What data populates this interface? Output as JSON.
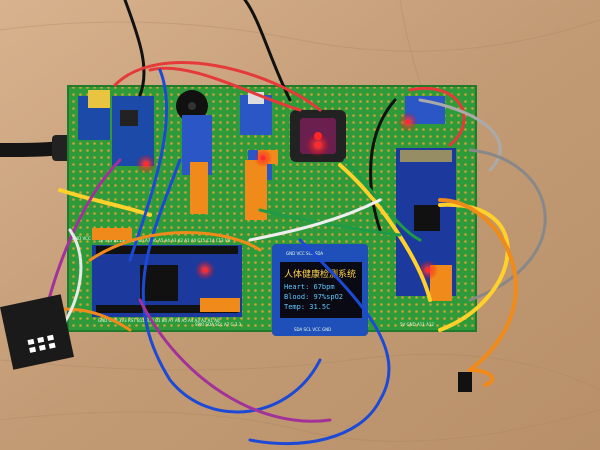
{
  "oled": {
    "line1": "人体健康检测系统",
    "line2": "Heart: 67bpm",
    "line3": "Blood: 97%spO2",
    "line4": "Temp: 31.5C"
  },
  "silkscreen": {
    "oled_pins": "GND VCC SCL SDA",
    "mcu_header_top": "5V 3V3 B11 B10 B1 B0 A7 A6 A5 A4 A3 A2 A1 A0 C15 C14 C13 VB",
    "mcu_header_bottom": "GND GND 3V3 RST B11 B10 B1 B0 A7 A6 A5 A4 A3 A2 A1 A0",
    "pcb_bottom_row": "SPIO SDA SCL A7 G 3.3",
    "pcb_left_row": "GND VCC SCL SDA",
    "pcb_right_col": "5V GND A11 A12",
    "oled_bottom": "SDA SCL VCC GND"
  },
  "colors": {
    "table_wood": "#c9a27c",
    "pcb_green": "#2f9a3a",
    "oled_text": "#5fc8ff",
    "oled_title": "#ffd34a",
    "led_red": "#ff2a2a",
    "mcu_board": "#1c3a9e"
  },
  "icon_names": [
    "heart-rate-sensor",
    "buzzer",
    "temperature-sensor",
    "usb-module",
    "dc-jack"
  ]
}
